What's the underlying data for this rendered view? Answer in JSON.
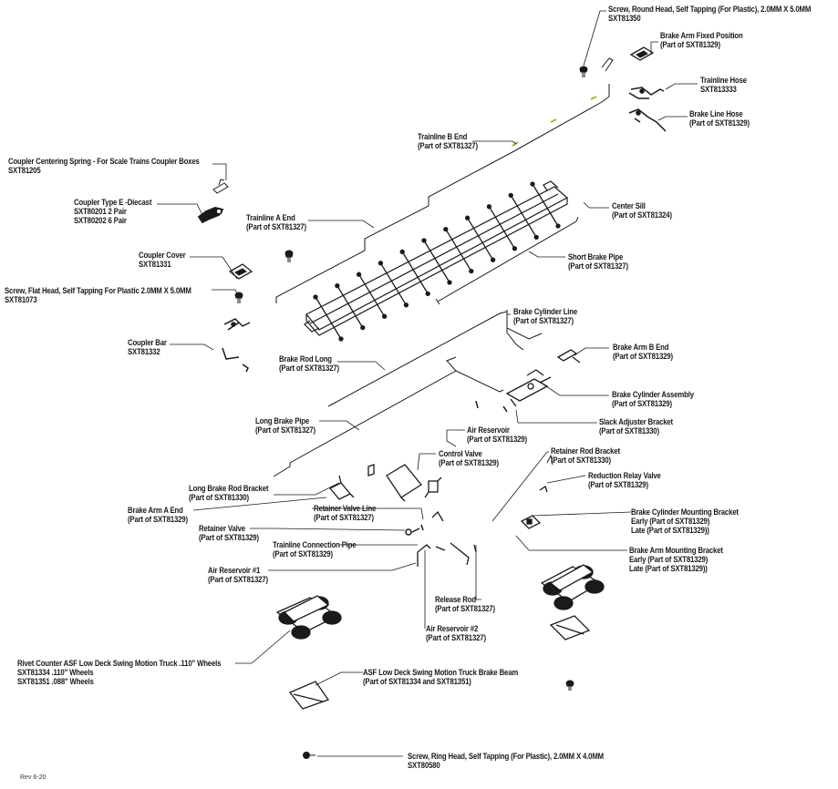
{
  "labels": {
    "screw_round": {
      "title": "Screw, Round Head, Self Tapping (For Plastic), 2.0MM X 5.0MM",
      "sub": "SXT81350"
    },
    "brake_arm_fixed": {
      "title": "Brake Arm Fixed Position",
      "sub": "(Part of SXT81329)"
    },
    "trainline_hose": {
      "title": "Trainline Hose",
      "sub": "SXT813333"
    },
    "brake_line_hose": {
      "title": "Brake Line Hose",
      "sub": "(Part of SXT81329)"
    },
    "trainline_b_end": {
      "title": "Trainline B End",
      "sub": "(Part of SXT81327)"
    },
    "coupler_centering_spring": {
      "title": "Coupler Centering Spring - For Scale Trains Coupler Boxes",
      "sub": "SXT81205"
    },
    "coupler_type_e": {
      "title": "Coupler Type E -Diecast",
      "sub": "SXT80201 2 Pair",
      "sub2": "SXT80202 6 Pair"
    },
    "trainline_a_end": {
      "title": "Trainline A End",
      "sub": "(Part of SXT81327)"
    },
    "center_sill": {
      "title": "Center Sill",
      "sub": "(Part of SXT81324)"
    },
    "coupler_cover": {
      "title": "Coupler Cover",
      "sub": "SXT81331"
    },
    "short_brake_pipe": {
      "title": "Short Brake Pipe",
      "sub": "(Part of SXT81327)"
    },
    "screw_flat": {
      "title": "Screw, Flat Head,  Self Tapping For Plastic 2.0MM X 5.0MM",
      "sub": "SXT81073"
    },
    "brake_cylinder_line": {
      "title": "Brake Cylinder Line",
      "sub": "(Part of SXT81327)"
    },
    "coupler_bar": {
      "title": "Coupler Bar",
      "sub": "SXT81332"
    },
    "brake_arm_b_end": {
      "title": "Brake Arm B End",
      "sub": "(Part of SXT81329)"
    },
    "brake_rod_long": {
      "title": "Brake Rod Long",
      "sub": "(Part of SXT81327)"
    },
    "brake_cylinder_assembly": {
      "title": "Brake Cylinder Assembly",
      "sub": "(Part of SXT81329)"
    },
    "slack_adjuster": {
      "title": "Slack Adjuster Bracket",
      "sub": "(Part of SXT81330)"
    },
    "long_brake_pipe": {
      "title": "Long Brake Pipe",
      "sub": "(Part of SXT81327)"
    },
    "air_reservoir": {
      "title": "Air Reservoir",
      "sub": "(Part of SXT81329)"
    },
    "control_valve": {
      "title": "Control Valve",
      "sub": "(Part of SXT81329)"
    },
    "retainer_rod_bracket": {
      "title": "Retainer Rod Bracket",
      "sub": "(Part of SXT81330)"
    },
    "long_brake_rod_bracket": {
      "title": "Long Brake Rod Bracket",
      "sub": "(Part of SXT81330)"
    },
    "reduction_relay": {
      "title": "Reduction Relay Valve",
      "sub": "(Part of SXT81329)"
    },
    "brake_arm_a_end": {
      "title": "Brake Arm A End",
      "sub": "(Part of SXT81329)"
    },
    "retainer_valve_line": {
      "title": "Retainer Valve Line",
      "sub": "(Part of SXT81327)"
    },
    "brake_cyl_mount": {
      "title": "Brake Cylinder Mounting Bracket",
      "sub": "Early (Part of SXT81329)",
      "sub2": "Late (Part of SXT81329))"
    },
    "retainer_valve": {
      "title": "Retainer Valve",
      "sub": "(Part of SXT81329)"
    },
    "trainline_connection": {
      "title": "Trainline Connection Pipe",
      "sub": "(Part of SXT81329)"
    },
    "brake_arm_mount": {
      "title": "Brake Arm Mounting Bracket",
      "sub": "Early (Part of SXT81329)",
      "sub2": "Late (Part of SXT81329))"
    },
    "air_reservoir_1": {
      "title": "Air Reservoir #1",
      "sub": "(Part of SXT81327)"
    },
    "release_rod": {
      "title": "Release Rod",
      "sub": "(Part of SXT81327)"
    },
    "air_reservoir_2": {
      "title": "Air Reservoir #2",
      "sub": "(Part of SXT81327)"
    },
    "rivet_counter_truck": {
      "title": "Rivet Counter ASF Low Deck Swing Motion Truck .110\" Wheels",
      "sub": "SXT81334  .110\" Wheels",
      "sub2": "SXT81351  .088\" Wheels"
    },
    "truck_brake_beam": {
      "title": "ASF Low Deck Swing Motion Truck Brake Beam",
      "sub": "(Part of SXT81334 and SXT81351)"
    },
    "screw_ring": {
      "title": "Screw, Ring Head, Self Tapping (For Plastic), 2.0MM X 4.0MM",
      "sub": "SXT80580"
    }
  },
  "revision": "Rev 6-20",
  "colors": {
    "ink": "#1a1a1a",
    "part_fill": "#ffffff",
    "hose_green": "#8fbf3f"
  }
}
